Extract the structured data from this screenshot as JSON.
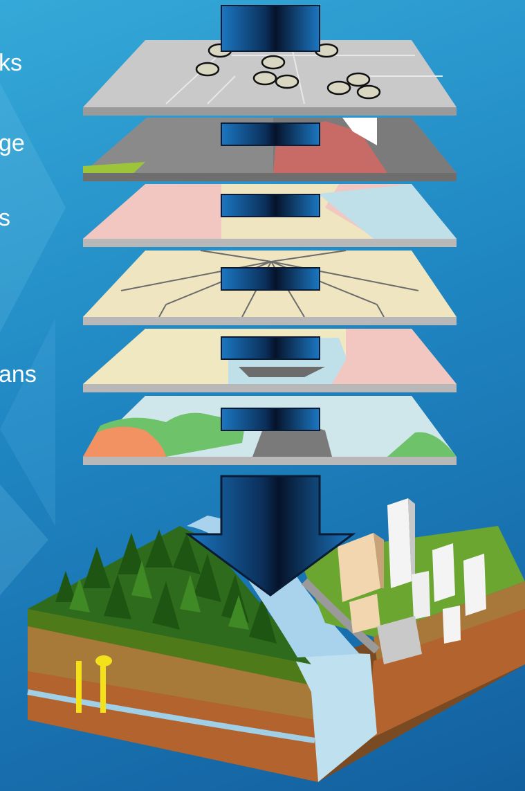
{
  "labels": [
    {
      "id": "label-1",
      "text": "ks"
    },
    {
      "id": "label-2",
      "text": "ge"
    },
    {
      "id": "label-3",
      "text": "s"
    },
    {
      "id": "label-4",
      "text": "ans"
    }
  ],
  "layers": [
    {
      "name": "transport-layer",
      "base_color": "#c9c9c9"
    },
    {
      "name": "imagery-layer",
      "base_color": "#8a8a8a"
    },
    {
      "name": "zoning-layer",
      "base_color": "#f2c7c1"
    },
    {
      "name": "parcels-layer",
      "base_color": "#efe5c0"
    },
    {
      "name": "landuse-layer",
      "base_color": "#f0e8c0"
    },
    {
      "name": "terrain-layer",
      "base_color": "#cfe6ea"
    }
  ],
  "colors": {
    "arrow_dark": "#06132a",
    "arrow_light": "#1b77c2",
    "slab_edge": "#9a9a9a"
  }
}
